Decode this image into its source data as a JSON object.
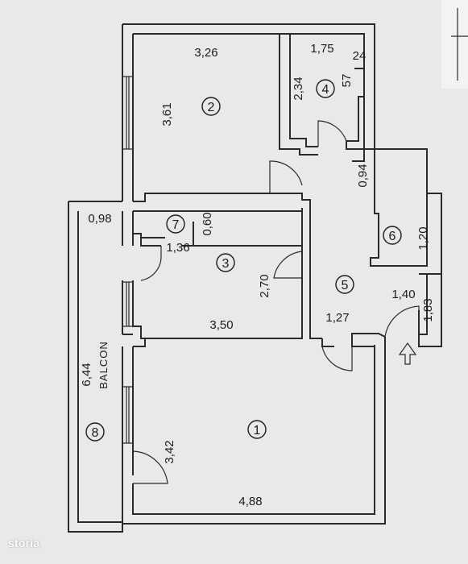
{
  "plan": {
    "rooms": [
      {
        "id": "room-1",
        "number": "1",
        "width_label": "4,88",
        "height_label": "3,42"
      },
      {
        "id": "room-2",
        "number": "2",
        "width_label": "3,26",
        "height_label": "3,61"
      },
      {
        "id": "room-3",
        "number": "3",
        "width_label": "3,50",
        "height_label": "2,70"
      },
      {
        "id": "room-4",
        "number": "4",
        "width_label": "1,75",
        "height_label": "2,34",
        "extra_labels": [
          "24",
          "57"
        ]
      },
      {
        "id": "room-5",
        "number": "5",
        "dims": [
          "1,27",
          "0,94",
          "1,40"
        ]
      },
      {
        "id": "room-6",
        "number": "6",
        "height_label": "1,20",
        "side_label": "1,83"
      },
      {
        "id": "room-7",
        "number": "7",
        "width_label": "1,36",
        "height_label": "0,60"
      },
      {
        "id": "room-8",
        "number": "8",
        "width_label": "0,98",
        "height_label": "6,44",
        "name": "BALCON"
      }
    ]
  },
  "watermark": {
    "text_main": "storia",
    "dot_color": "#1fd1b0"
  }
}
